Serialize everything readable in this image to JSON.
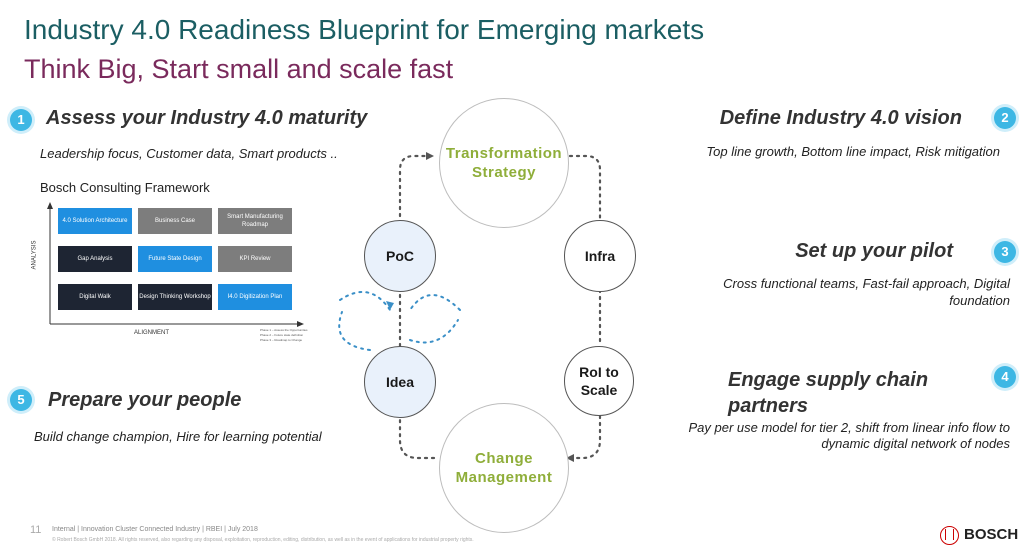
{
  "header": {
    "title": "Industry 4.0 Readiness Blueprint for Emerging markets",
    "subtitle": "Think Big, Start small and scale fast"
  },
  "sections": [
    {
      "num": "1",
      "title": "Assess your Industry 4.0 maturity",
      "text": "Leadership focus, Customer data, Smart products .."
    },
    {
      "num": "2",
      "title": "Define Industry 4.0 vision",
      "text": "Top line growth, Bottom line impact, Risk mitigation"
    },
    {
      "num": "3",
      "title": "Set up your pilot",
      "text": "Cross functional teams, Fast-fail approach, Digital foundation"
    },
    {
      "num": "4",
      "title": "Engage supply chain partners",
      "text": "Pay per use model for tier 2, shift from linear info flow to dynamic digital network of nodes"
    },
    {
      "num": "5",
      "title": "Prepare your people",
      "text": "Build change champion, Hire for learning potential"
    }
  ],
  "framework": {
    "title": "Bosch Consulting Framework",
    "y_axis": "ANALYSIS",
    "x_axis": "ALIGNMENT",
    "boxes": [
      {
        "label": "4.0 Solution Architecture",
        "color": "blue"
      },
      {
        "label": "Business Case",
        "color": "grey"
      },
      {
        "label": "Smart Manufacturing Roadmap",
        "color": "grey"
      },
      {
        "label": "Gap Analysis",
        "color": "dark"
      },
      {
        "label": "Future State Design",
        "color": "blue"
      },
      {
        "label": "KPI Review",
        "color": "grey"
      },
      {
        "label": "Digital Walk",
        "color": "dark"
      },
      {
        "label": "Design Thinking Workshop",
        "color": "dark"
      },
      {
        "label": "I4.0 Digitization Plan",
        "color": "blue"
      }
    ],
    "legend": [
      "Phase 1 – Assess the Opportunities",
      "Phase 2 – Future state definition",
      "Phase 3 – Roadmap to Change"
    ]
  },
  "cycle": {
    "top": "Transformation Strategy",
    "bottom": "Change Management",
    "poc": "PoC",
    "idea": "Idea",
    "infra": "Infra",
    "roi": "RoI to Scale"
  },
  "footer": {
    "page": "11",
    "internal": "Internal | Innovation Cluster Connected Industry | RBEI | July 2018",
    "copyright": "© Robert Bosch GmbH 2018. All rights reserved, also regarding any disposal, exploitation, reproduction, editing, distribution, as well as in the event of applications for industrial property rights.",
    "brand": "BOSCH"
  }
}
